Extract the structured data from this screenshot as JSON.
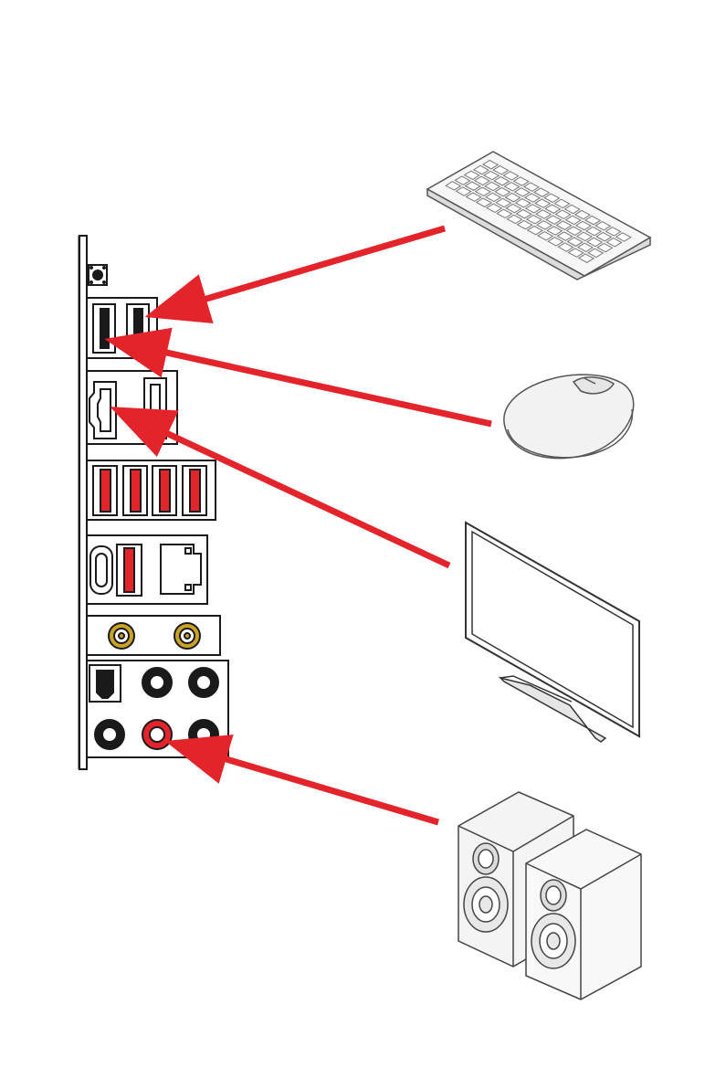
{
  "diagram": {
    "description_text": "",
    "colors": {
      "arrow": "#e3242b",
      "usb_port": "#e3242b",
      "antenna_gold": "#c9a227",
      "line": "#1a1a1a",
      "device_gray": "#f2f2f2"
    },
    "io_panel": {
      "port_groups": [
        "clear-cmos-button",
        "usb-2-ports",
        "hdmi-displayport",
        "usb-red-ports",
        "usb-c-usb-lan",
        "wifi-antenna-connectors",
        "audio-jacks"
      ]
    },
    "devices": [
      {
        "id": "keyboard",
        "icon": "keyboard-icon",
        "connects_to": "usb-2-port-right"
      },
      {
        "id": "mouse",
        "icon": "mouse-icon",
        "connects_to": "usb-2-port-left"
      },
      {
        "id": "monitor",
        "icon": "monitor-icon",
        "connects_to": "hdmi-port"
      },
      {
        "id": "speakers",
        "icon": "speakers-icon",
        "connects_to": "line-out-jack"
      }
    ]
  }
}
